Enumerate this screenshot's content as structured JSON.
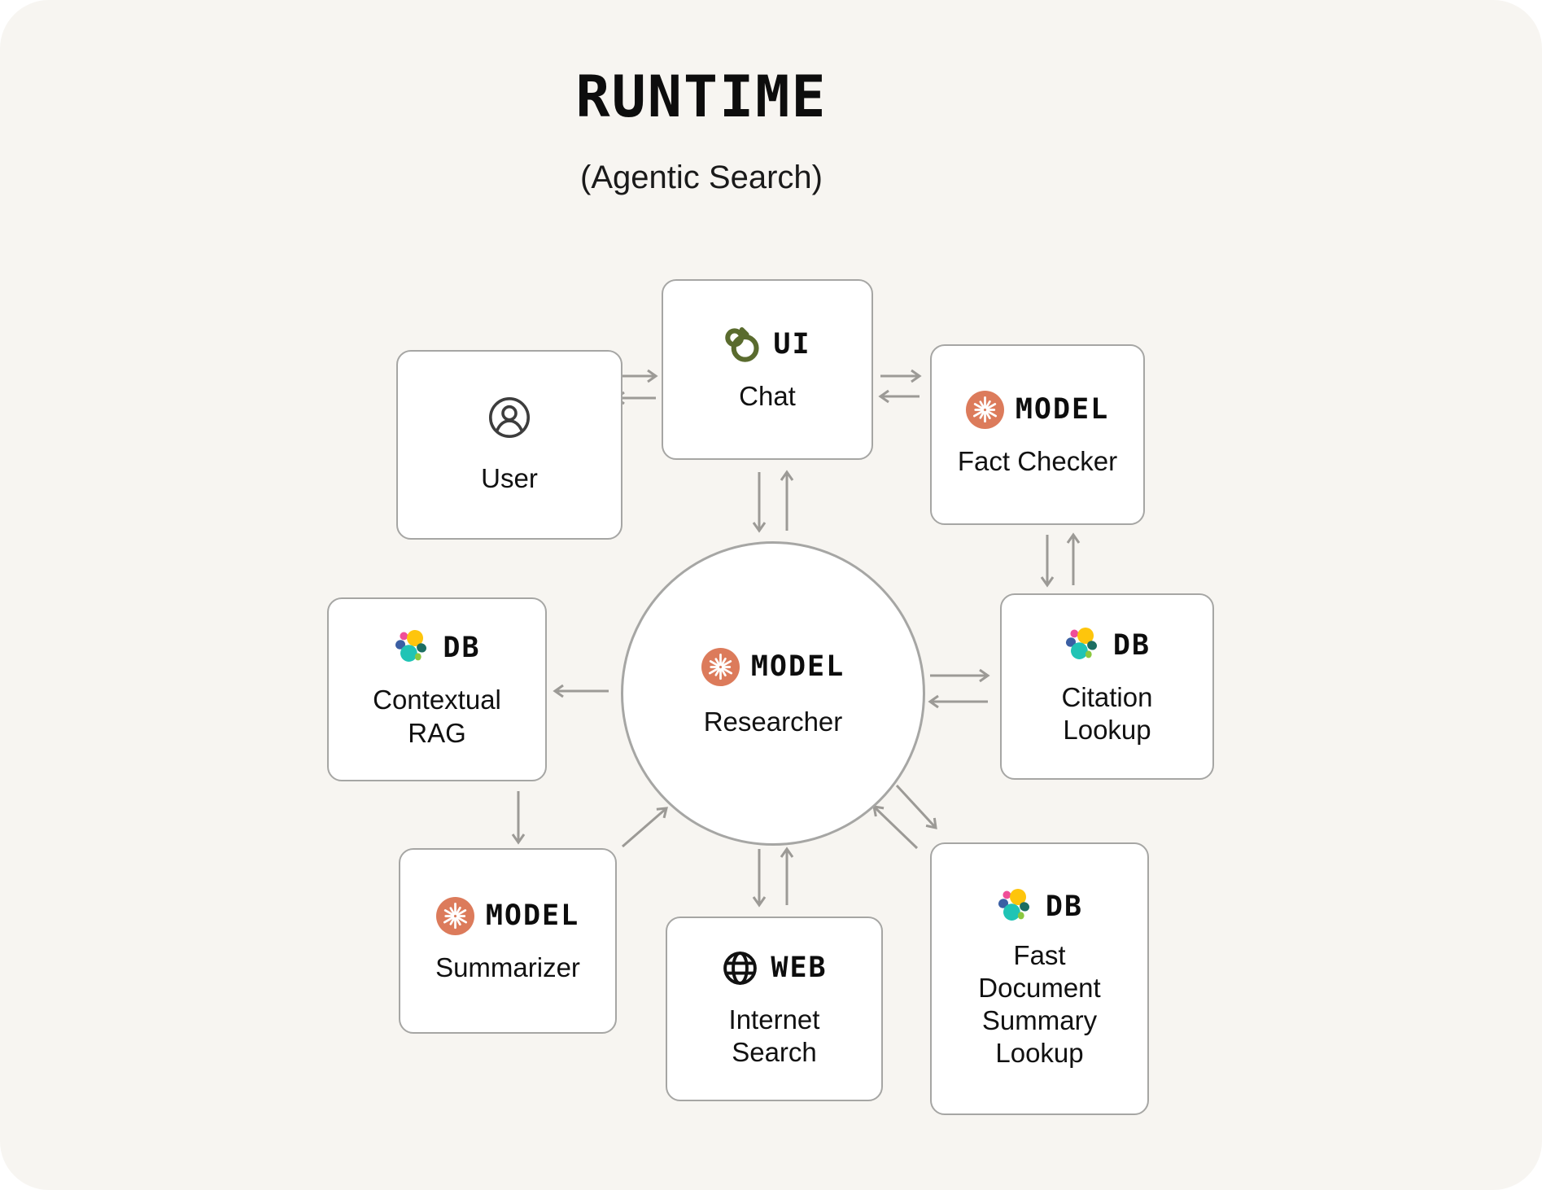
{
  "header": {
    "title": "RUNTIME",
    "subtitle": "(Agentic Search)"
  },
  "nodes": {
    "user": {
      "name": "User",
      "icon": "person-icon"
    },
    "chat": {
      "type_label": "UI",
      "name": "Chat",
      "icon": "ui-knot-icon"
    },
    "fact_checker": {
      "type_label": "MODEL",
      "name": "Fact Checker",
      "icon": "model-starburst-icon"
    },
    "researcher": {
      "type_label": "MODEL",
      "name": "Researcher",
      "icon": "model-starburst-icon"
    },
    "contextual_rag": {
      "type_label": "DB",
      "name": "Contextual RAG",
      "icon": "elasticsearch-db-icon"
    },
    "citation_lookup": {
      "type_label": "DB",
      "name": "Citation Lookup",
      "icon": "elasticsearch-db-icon"
    },
    "summarizer": {
      "type_label": "MODEL",
      "name": "Summarizer",
      "icon": "model-starburst-icon"
    },
    "internet_search": {
      "type_label": "WEB",
      "name": "Internet Search",
      "icon": "globe-icon"
    },
    "fast_document_summary_lookup": {
      "type_label": "DB",
      "name": "Fast Document Summary Lookup",
      "icon": "elasticsearch-db-icon"
    }
  },
  "edges": [
    {
      "from": "user",
      "to": "chat",
      "bidirectional": true
    },
    {
      "from": "chat",
      "to": "fact_checker",
      "bidirectional": true
    },
    {
      "from": "chat",
      "to": "researcher",
      "bidirectional": true
    },
    {
      "from": "fact_checker",
      "to": "citation_lookup",
      "bidirectional": true
    },
    {
      "from": "researcher",
      "to": "citation_lookup",
      "bidirectional": true
    },
    {
      "from": "researcher",
      "to": "contextual_rag",
      "bidirectional": false
    },
    {
      "from": "contextual_rag",
      "to": "summarizer",
      "bidirectional": false
    },
    {
      "from": "summarizer",
      "to": "researcher",
      "bidirectional": false
    },
    {
      "from": "researcher",
      "to": "internet_search",
      "bidirectional": true
    },
    {
      "from": "researcher",
      "to": "fast_document_summary_lookup",
      "bidirectional": true
    }
  ],
  "colors": {
    "background": "#F7F5F1",
    "box_fill": "#FFFFFF",
    "box_border": "#A6A6A4",
    "arrow": "#9C9A96",
    "text": "#111111",
    "model_icon_coral": "#DC7B5B",
    "ui_icon_olive": "#5A6B2E",
    "web_icon_black": "#111111",
    "es_pink": "#F04E98",
    "es_yellow": "#FEC50C",
    "es_blue": "#3B5FA3",
    "es_teal": "#20C4B5",
    "es_dark_green": "#1C6E62",
    "es_light_green": "#8BC83F"
  }
}
